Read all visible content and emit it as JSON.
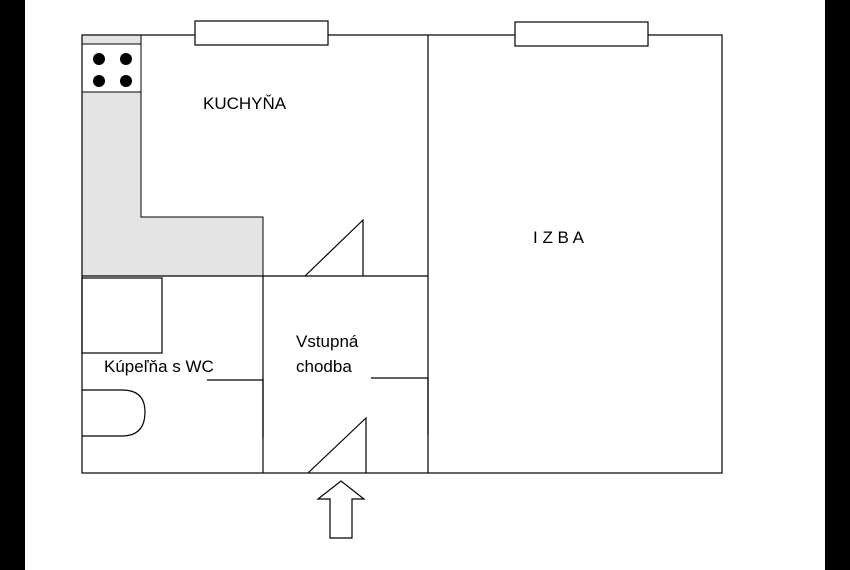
{
  "rooms": {
    "kitchen": {
      "label": "KUCHYŇA"
    },
    "room": {
      "label": "I Z B A"
    },
    "hall": {
      "label_line1": "Vstupná",
      "label_line2": "chodba"
    },
    "bathroom": {
      "label": "Kúpeľňa s WC"
    }
  },
  "colors": {
    "wall": "#000000",
    "counter": "#e4e4e4",
    "background": "#ffffff",
    "frame": "#000000"
  },
  "icons": {
    "stove": "stove-icon",
    "entrance": "entrance-arrow-icon",
    "bathtub": "bathtub-icon",
    "toilet": "toilet-icon"
  }
}
